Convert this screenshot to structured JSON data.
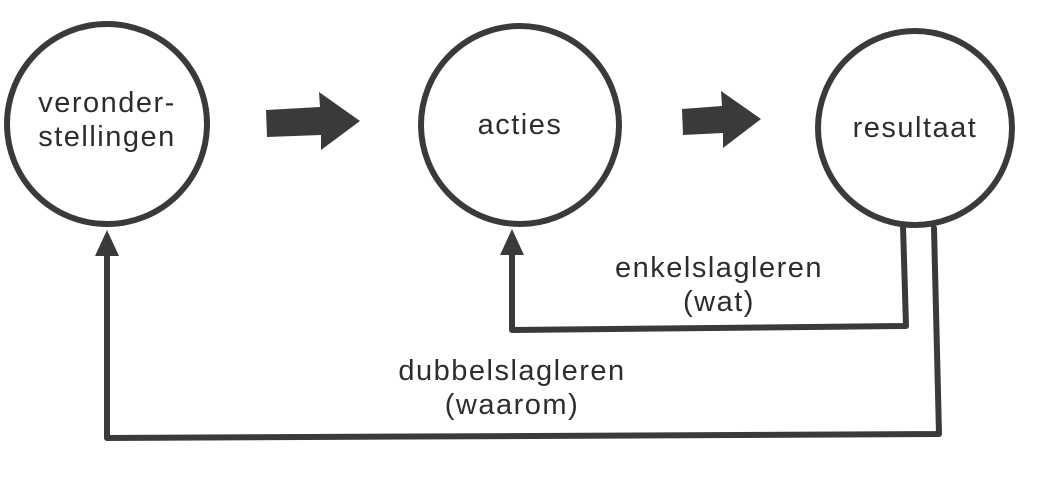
{
  "diagram": {
    "nodes": {
      "assumptions": {
        "label_line1": "veronder-",
        "label_line2": "stellingen"
      },
      "actions": {
        "label": "acties"
      },
      "result": {
        "label": "resultaat"
      }
    },
    "loops": {
      "single": {
        "label_line1": "enkelslagleren",
        "label_line2": "(wat)"
      },
      "double": {
        "label_line1": "dubbelslagleren",
        "label_line2": "(waarom)"
      }
    },
    "colors": {
      "ink": "#3a3a3a",
      "text": "#2d2d2d",
      "background": "#ffffff"
    }
  }
}
